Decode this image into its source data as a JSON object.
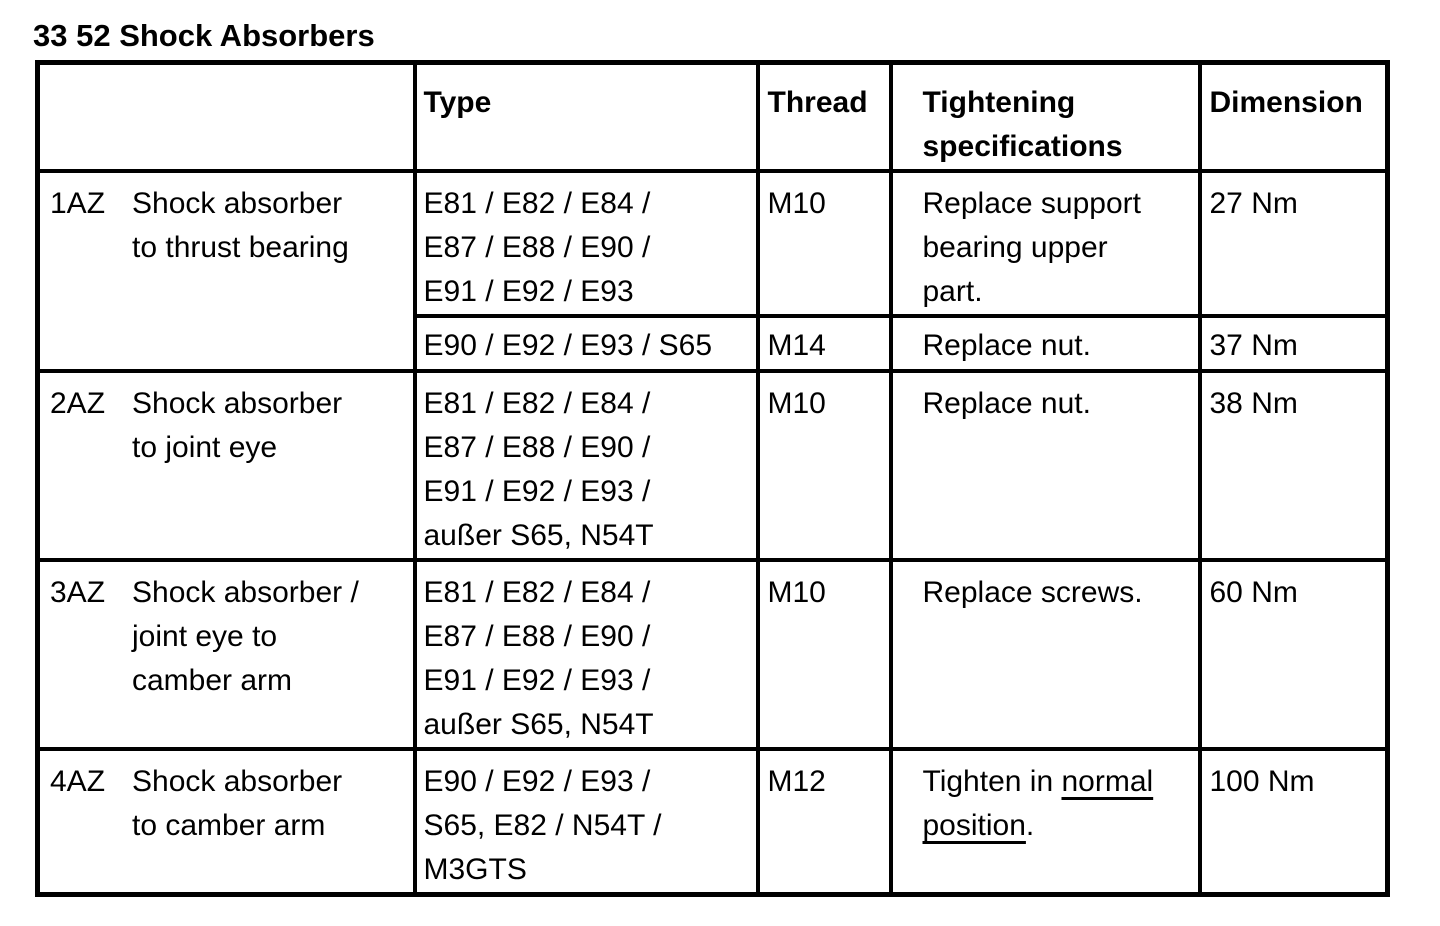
{
  "page": {
    "title": "33 52 Shock Absorbers"
  },
  "table": {
    "headers": {
      "label": "",
      "type": "Type",
      "thread": "Thread",
      "tightening": "Tightening\nspecifications",
      "dimension": "Dimension"
    },
    "rows": [
      {
        "code": "1AZ",
        "description": "Shock absorber\nto thrust bearing",
        "variants": [
          {
            "type": "E81 / E82 / E84 /\nE87 / E88 / E90 /\nE91 / E92 / E93",
            "thread": "M10",
            "spec": "Replace support\nbearing upper\npart.",
            "dimension": "27 Nm"
          },
          {
            "type": "E90 / E92 / E93 / S65",
            "thread": "M14",
            "spec": "Replace nut.",
            "dimension": "37 Nm"
          }
        ]
      },
      {
        "code": "2AZ",
        "description": "Shock absorber\nto joint eye",
        "variants": [
          {
            "type": "E81 / E82 / E84 /\nE87 / E88 / E90 /\nE91 / E92 / E93 /\naußer S65, N54T",
            "thread": "M10",
            "spec": "Replace nut.",
            "dimension": "38 Nm"
          }
        ]
      },
      {
        "code": "3AZ",
        "description": "Shock absorber /\njoint eye to\ncamber arm",
        "variants": [
          {
            "type": "E81 / E82 / E84 /\nE87 / E88 / E90 /\nE91 / E92 / E93 /\naußer S65, N54T",
            "thread": "M10",
            "spec": "Replace screws.",
            "dimension": "60 Nm"
          }
        ]
      },
      {
        "code": "4AZ",
        "description": "Shock absorber\nto camber arm",
        "variants": [
          {
            "type": "E90 / E92 / E93 /\nS65, E82 / N54T /\nM3GTS",
            "thread": "M12",
            "spec_rich": {
              "plain1": "Tighten in ",
              "underline1": "normal",
              "underline2": "position",
              "plain2": "."
            },
            "dimension": "100 Nm"
          }
        ]
      }
    ]
  },
  "colors": {
    "text": "#000000",
    "background": "#ffffff",
    "border": "#000000"
  }
}
